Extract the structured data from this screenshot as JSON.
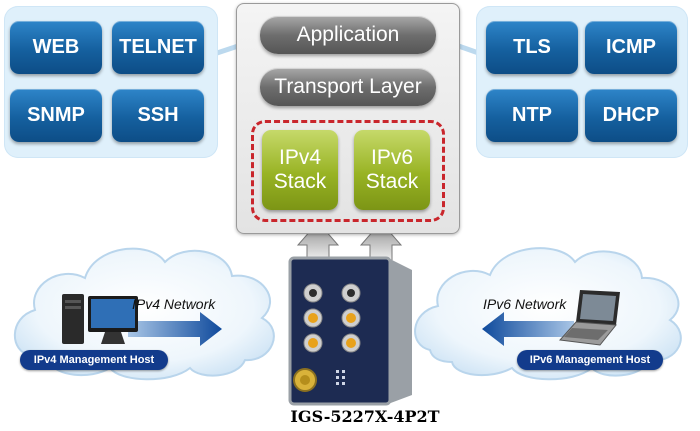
{
  "left_protocols": [
    "WEB",
    "TELNET",
    "SNMP",
    "SSH"
  ],
  "right_protocols": [
    "TLS",
    "ICMP",
    "NTP",
    "DHCP"
  ],
  "stack": {
    "application": "Application",
    "transport": "Transport Layer",
    "ipv4": [
      "IPv4",
      "Stack"
    ],
    "ipv6": [
      "IPv6",
      "Stack"
    ]
  },
  "left_network": {
    "network_label": "IPv4 Network",
    "host_label": "IPv4 Management Host"
  },
  "right_network": {
    "network_label": "IPv6 Network",
    "host_label": "IPv6 Management Host"
  },
  "device_label": "IGS-5227X-4P2T",
  "colors": {
    "protocol_blue": "#15609f",
    "stack_gray": "#6e6e6e",
    "ip_green": "#98b324",
    "dashed_red": "#c9262c",
    "cloud_blue": "#e4f1fb",
    "host_label_navy": "#123b8c"
  }
}
